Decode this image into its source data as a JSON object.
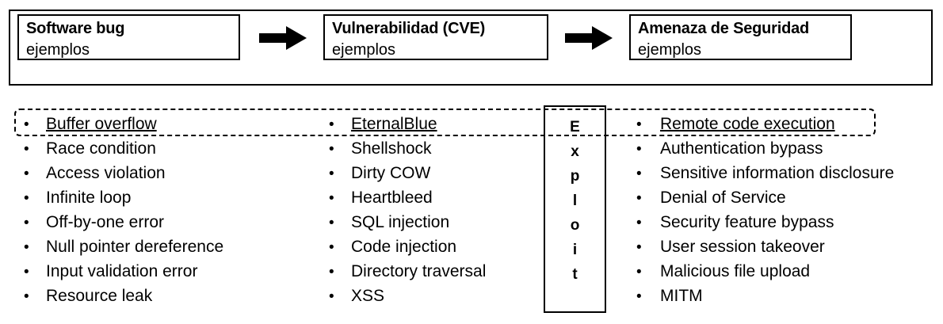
{
  "diagram": {
    "title_sequence": "Software bug to Vulnerability (CVE) to Amenaza de Seguridad",
    "stages": [
      {
        "title": "Software bug",
        "subtitle": "ejemplos"
      },
      {
        "title": "Vulnerabilidad (CVE)",
        "subtitle": "ejemplos"
      },
      {
        "title": "Amenaza de Seguridad",
        "subtitle": "ejemplos"
      }
    ],
    "arrows": [
      {
        "name": "arrow-bug-to-vulnerability",
        "glyph": "right-arrow"
      },
      {
        "name": "arrow-vulnerability-to-threat",
        "glyph": "right-arrow"
      }
    ],
    "bullet_char": "•",
    "columns": [
      {
        "name": "software-bug-examples",
        "items": [
          "Buffer overflow",
          "Race condition",
          "Access violation",
          "Infinite loop",
          "Off-by-one error",
          "Null pointer dereference",
          "Input validation error",
          "Resource leak"
        ]
      },
      {
        "name": "vulnerability-examples",
        "items": [
          "EternalBlue",
          "Shellshock",
          "Dirty COW",
          "Heartbleed",
          "SQL injection",
          "Code injection",
          "Directory traversal",
          "XSS"
        ]
      },
      {
        "name": "security-threat-examples",
        "items": [
          "Remote code execution",
          "Authentication bypass",
          "Sensitive information disclosure",
          "Denial of Service",
          "Security feature bypass",
          "User session takeover",
          "Malicious file upload",
          "MITM"
        ]
      }
    ],
    "exploit_box": {
      "word": "Exploit",
      "letters": [
        "E",
        "x",
        "p",
        "l",
        "o",
        "i",
        "t"
      ]
    },
    "colors": {
      "stroke": "#000000",
      "background": "#ffffff",
      "text": "#000000"
    }
  }
}
